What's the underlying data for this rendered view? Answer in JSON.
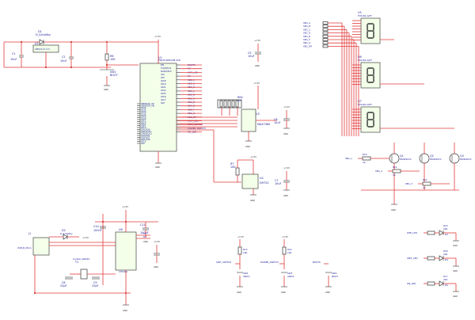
{
  "power": {
    "rails": [
      "+3.3V",
      "+3.3V",
      "+3.3V",
      "+3.3V",
      "+3.3V",
      "+3.3V",
      "+3.3V",
      "+3.3V",
      "+3.3V",
      "+3.3V",
      "+3.3V",
      "+3.3V",
      "+3.3V",
      "+3.3V"
    ],
    "grounds": [
      "GND",
      "GND",
      "GND",
      "GND",
      "GND",
      "GND",
      "GND",
      "GND",
      "GND",
      "GND",
      "GND",
      "GND",
      "GND",
      "GND",
      "GND",
      "GND",
      "GND",
      "GND",
      "GND",
      "GND",
      "GND",
      "GND",
      "GND",
      "GND",
      "GND",
      "GND",
      "GND",
      "GND",
      "GND"
    ]
  },
  "regulator": {
    "ref": "U2",
    "part": "AMS1117-3.3",
    "diode_ref": "D1",
    "diode_part": "D_Schottky",
    "c1": {
      "ref": "C1",
      "val": "10uF"
    },
    "c2": {
      "ref": "C2",
      "val": "10uF"
    },
    "c3": {
      "ref": "C3",
      "val": "10uF"
    }
  },
  "esp": {
    "ref": "U1",
    "part": "ESP32-WROOM-32D",
    "left_pins": [
      "SENSOR_VP",
      "SENSOR_VN",
      "IO34",
      "IO35",
      "IO32",
      "IO33",
      "IO25",
      "IO26",
      "IO27",
      "IO14",
      "IO12",
      "GND",
      "IO13",
      "SD2/IO9",
      "SD3/IO10",
      "CMD/IO11",
      "CLK/IO6",
      "SD0/IO7",
      "SD1/IO8",
      "IO15",
      "IO2"
    ],
    "right_pins": [
      "EN",
      "TXD0/IO1",
      "RXD0/IO3",
      "IO4",
      "IO5",
      "IO18",
      "IO19",
      "IO21",
      "IO22",
      "IO23",
      "IO16",
      "IO17",
      "IO0"
    ],
    "nets_right": [
      "BOOTS",
      "TX",
      "WIFI_LED",
      "RX",
      "SEG_1",
      "SEG_2",
      "SEG_3",
      "SEG_A",
      "SEG_B",
      "SEG_C",
      "SEG_D",
      "SEG_E",
      "SEG_F",
      "SEG_G",
      "SEG_DP",
      "UNIT_LED",
      "UNIT_SWITCH",
      "POWER_SWITCH",
      "ON_LED"
    ],
    "r_en": {
      "ref": "R6",
      "val": "10K"
    },
    "c_en": {
      "ref": "C4",
      "val": "1uF"
    },
    "sw_boot": {
      "ref": "SW1",
      "val": "BOOT"
    }
  },
  "c_top": {
    "ref": "C5",
    "val": "10uF"
  },
  "resistor_array": {
    "ref": "RN1",
    "val": "220"
  },
  "rtc": {
    "ref": "U3",
    "part": "MAX7360"
  },
  "rtc_c": {
    "ref": "C6",
    "val": "10uF"
  },
  "sensor": {
    "ref": "U4",
    "part": "DHT22",
    "r": {
      "ref": "R7",
      "val": "10K"
    },
    "c": {
      "ref": "C7",
      "val": "10uF"
    }
  },
  "displays": [
    {
      "ref": "U5",
      "part": "FC5161-A/E7"
    },
    {
      "ref": "U6",
      "part": "FC5161-A/E7"
    },
    {
      "ref": "U7",
      "part": "FC5161-A/E7"
    }
  ],
  "seg_labels": [
    "SEG_A",
    "SEG_B",
    "SEG_C",
    "SEG_D",
    "SEG_E",
    "SEG_F",
    "SEG_G",
    "SEG_DP"
  ],
  "transistors": [
    {
      "ref": "Q1",
      "part": "P2N2907A",
      "r": {
        "ref": "R10",
        "val": "1K"
      },
      "net": "SEG_1"
    },
    {
      "ref": "Q2",
      "part": "P2N2907A",
      "r": {
        "ref": "R11",
        "val": "1K"
      },
      "net": "SEG_2"
    },
    {
      "ref": "Q3",
      "part": "P2N2907A",
      "r": {
        "ref": "R12",
        "val": "1K"
      },
      "net": "SEG_3"
    }
  ],
  "usb": {
    "conn": {
      "ref": "J1",
      "part": "USB_B_Micro"
    },
    "diode": {
      "ref": "D2",
      "part": "D_Schottky"
    },
    "ic": {
      "ref": "U8",
      "part": "CH340C"
    },
    "crystal": {
      "ref": "Y1",
      "part": "Crystal_GND24"
    },
    "caps": [
      {
        "ref": "C8",
        "val": "22pF"
      },
      {
        "ref": "C9",
        "val": "22pF"
      },
      {
        "ref": "C10",
        "val": "100nF"
      },
      {
        "ref": "C11",
        "val": "100nF"
      }
    ]
  },
  "switches": [
    {
      "net": "UNIT_SWITCH",
      "ref": "SW2",
      "val": "UNITS",
      "r": {
        "ref": "R13",
        "val": "10K"
      }
    },
    {
      "net": "POWER_SWITCH",
      "ref": "SW3",
      "val": "UNITS",
      "r": {
        "ref": "R14",
        "val": "10K"
      }
    },
    {
      "net": "BOOTS",
      "ref": "SW4",
      "val": "BOOT"
    }
  ],
  "leds": [
    {
      "net": "WIFI_LED",
      "ref": "D3",
      "r": {
        "ref": "R15",
        "val": "220"
      }
    },
    {
      "net": "UNIT_LED",
      "ref": "D4",
      "r": {
        "ref": "R16",
        "val": "220"
      }
    },
    {
      "net": "ON_LED",
      "ref": "D5",
      "r": {
        "ref": "R17",
        "val": "220"
      }
    }
  ]
}
